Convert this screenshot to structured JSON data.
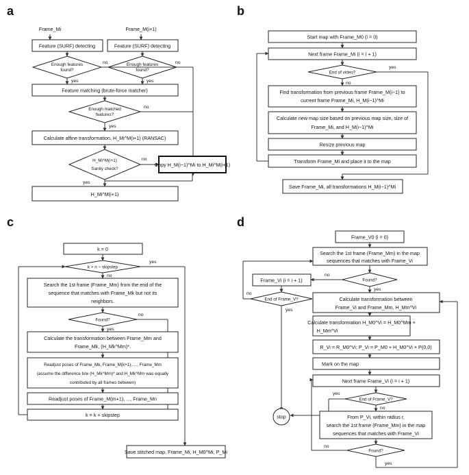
{
  "panels": {
    "a": {
      "label": "a",
      "frame_in_1": "Frame_Mi",
      "frame_in_2": "Frame_M(i+1)",
      "feature1": "Feature (SURF) detecting",
      "feature2": "Feature (SURF) detecting",
      "enough_features_q1_l1": "Enough features",
      "enough_features_q1_l2": "found?",
      "enough_features_q2_l1": "Enough features",
      "enough_features_q2_l2": "found?",
      "matching": "Feature matching (brute-force matcher)",
      "enough_matched_l1": "Enough matched",
      "enough_matched_l2": "features?",
      "affine": "Calculate affine transformation, H_Mi^M(i+1) (RANSAC)",
      "sanity_h": "H_Mi^M(i+1)",
      "sanity_q": "Sanity check?",
      "copy": "Copy H_M(i−1)^Mi to H_Mi^M(i+1)",
      "output": "H_Mi^M(i+1)",
      "yes": "yes",
      "no": "no"
    },
    "b": {
      "label": "b",
      "start": "Start map with Frame_M0 (i = 0)",
      "next": "Next frame Frame_Mi (i = i + 1)",
      "end_q": "End of video?",
      "find_l1": "Find transformation from previous frame Frame_M(i−1) to",
      "find_l2": "current frame Frame_Mi, H_M(i−1)^Mi",
      "calc_l1": "Calculate new map size based on previous map size, size of",
      "calc_l2": "Frame_Mi, and H_M(i−1)^Mi",
      "resize": "Resize previous map",
      "transform": "Transform Frame_Mi and place it to the map",
      "save": "Save Frame_Mi, all transformations H_M(i−1)^Mi",
      "yes": "yes",
      "no": "no"
    },
    "c": {
      "label": "c",
      "init": "k = 0",
      "cond": "k > n − skipstep",
      "search_l1": "Search the 1st frame (Frame_Mm) from the end of the",
      "search_l2": "sequence that matches with Frame_Mk but not its",
      "search_l3": "neighbors.",
      "found_q": "Found?",
      "calc_l1": "Calculate the transformation between Frame_Mm and",
      "calc_l2": "Frame_Mk, (H_Mk^Mm)*.",
      "readj_l1": "Readjust poses of Frame_Mk, Frame_M(k+1), ..., Frame_Mm",
      "readj_l2": "(assume the difference b/w (H_Mk^Mm)* and H_Mk^Mm was equally",
      "readj_l3": "contributed by all frames between)",
      "readj2": "Readjust poses of Frame_M(m+1), ..., Frame_Mn",
      "incr": "k = k + skipstep",
      "save": "Save stitched map, Frame_Mi, H_M0^Mi, P_Mi",
      "yes": "yes",
      "no": "no"
    },
    "d": {
      "label": "d",
      "start": "Frame_V0 (i = 0)",
      "search_l1": "Search the 1st frame (Frame_Mm) in the map",
      "search_l2": "sequences that matches with Frame_Vi",
      "found1": "Found?",
      "next_left": "Frame_Vi (i = i + 1)",
      "end_left": "End of Frame_V?",
      "calc_l1": "Calculate transformation between",
      "calc_l2": "Frame_Vi and Frame_Mm, H_Mm^Vi",
      "calct_l1": "Calculate transformation H_M0^Vi = H_M0^Mm ×",
      "calct_l2": "H_Mm^Vi",
      "rp": "R_Vi = R_M0^Vi;  P_Vi = P_M0 + H_M0^Vi × P(0,0)",
      "mark": "Mark on the map",
      "next": "Next frame Frame_Vi (i = i + 1)",
      "end_q": "End of Frame_V?",
      "from_l1": "From P_Vi, within radius r,",
      "from_l2": "search the 1st frame (Frame_Mm) in the map",
      "from_l3": "sequences that matches with Frame_Vi",
      "found2": "Found?",
      "stop": "stop",
      "yes": "yes",
      "no": "no"
    }
  }
}
